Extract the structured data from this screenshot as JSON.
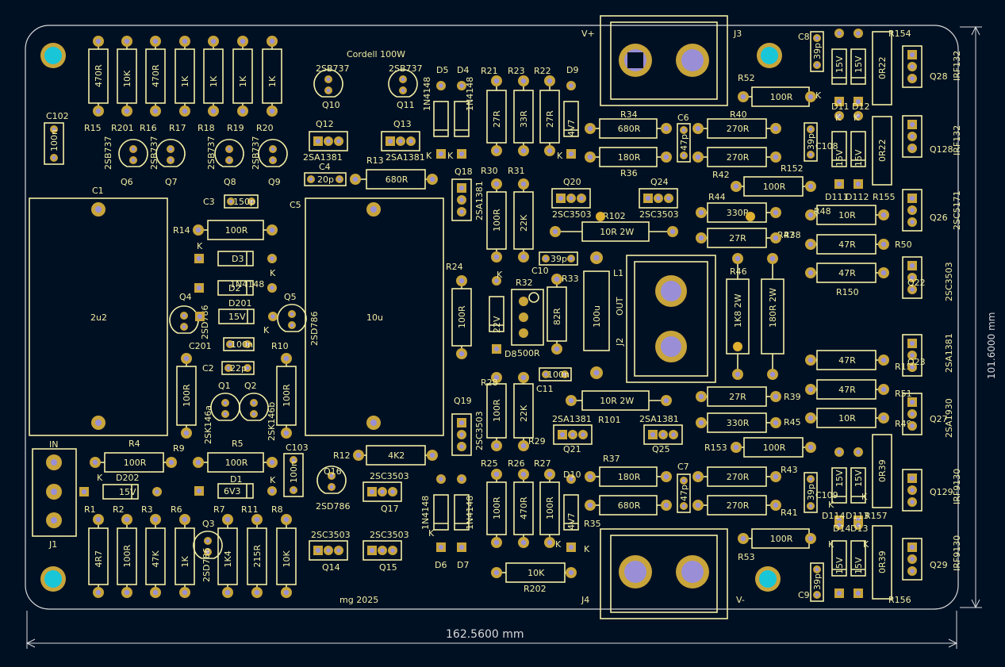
{
  "board": {
    "title": "Cordell 100W",
    "subtitle": "mg 2025",
    "width_dim": "162.5600 mm",
    "height_dim": "101.6000 mm"
  },
  "colors": {
    "background": "#001023",
    "silkscreen": "#f2eda1",
    "pad": "#c8a43a",
    "hole": "#9a8fd6",
    "mounting_hole": "#19c6d8",
    "edge_cuts": "#d8d8d8"
  },
  "resistors_v": [
    {
      "ref": "R15",
      "val": "470R"
    },
    {
      "ref": "R201",
      "val": "10K"
    },
    {
      "ref": "R16",
      "val": "470R"
    },
    {
      "ref": "R17",
      "val": "1K"
    },
    {
      "ref": "R18",
      "val": "1K"
    },
    {
      "ref": "R19",
      "val": "1K"
    },
    {
      "ref": "R20",
      "val": "1K"
    },
    {
      "ref": "R21",
      "val": "27R"
    },
    {
      "ref": "R23",
      "val": "33R"
    },
    {
      "ref": "R22",
      "val": "27R"
    },
    {
      "ref": "R30",
      "val": "100R"
    },
    {
      "ref": "R31",
      "val": "22K"
    },
    {
      "ref": "R24",
      "val": "100R"
    },
    {
      "ref": "R33",
      "val": "82R"
    },
    {
      "ref": "R28",
      "val": "100R"
    },
    {
      "ref": "R29",
      "val": "22K"
    },
    {
      "ref": "R25",
      "val": "100R"
    },
    {
      "ref": "R26",
      "val": "470R"
    },
    {
      "ref": "R27",
      "val": "100R"
    },
    {
      "ref": "R9",
      "val": "100R"
    },
    {
      "ref": "R10",
      "val": "100R"
    },
    {
      "ref": "R1",
      "val": "4R7"
    },
    {
      "ref": "R2",
      "val": "100R"
    },
    {
      "ref": "R3",
      "val": "47K"
    },
    {
      "ref": "R6",
      "val": "1K"
    },
    {
      "ref": "R7",
      "val": "1K4"
    },
    {
      "ref": "R11",
      "val": "215R"
    },
    {
      "ref": "R8",
      "val": "10K"
    },
    {
      "ref": "R46",
      "val": "1K8 2W"
    },
    {
      "ref": "R47",
      "val": "180R 2W"
    },
    {
      "ref": "R154",
      "val": "0R22"
    },
    {
      "ref": "R155",
      "val": "0R22"
    },
    {
      "ref": "R157",
      "val": "0R39"
    },
    {
      "ref": "R156",
      "val": "0R39"
    }
  ],
  "resistors_h": [
    {
      "ref": "R14",
      "val": "100R"
    },
    {
      "ref": "R13",
      "val": "680R"
    },
    {
      "ref": "R4",
      "val": "100R"
    },
    {
      "ref": "R5",
      "val": "100R"
    },
    {
      "ref": "R12",
      "val": "4K2"
    },
    {
      "ref": "R202",
      "val": "10K"
    },
    {
      "ref": "R34",
      "val": "680R"
    },
    {
      "ref": "R36",
      "val": "180R"
    },
    {
      "ref": "R40",
      "val": "270R"
    },
    {
      "ref": "R42",
      "val": "270R"
    },
    {
      "ref": "R52",
      "val": "100R"
    },
    {
      "ref": "R152",
      "val": "100R"
    },
    {
      "ref": "R44",
      "val": "330R"
    },
    {
      "ref": "R38",
      "val": "27R"
    },
    {
      "ref": "R48",
      "val": "10R"
    },
    {
      "ref": "R50",
      "val": "47R"
    },
    {
      "ref": "R150",
      "val": "47R"
    },
    {
      "ref": "R151",
      "val": "47R"
    },
    {
      "ref": "R51",
      "val": "47R"
    },
    {
      "ref": "R49",
      "val": "10R"
    },
    {
      "ref": "R39",
      "val": "27R"
    },
    {
      "ref": "R45",
      "val": "330R"
    },
    {
      "ref": "R153",
      "val": "100R"
    },
    {
      "ref": "R43",
      "val": "270R"
    },
    {
      "ref": "R41",
      "val": "270R"
    },
    {
      "ref": "R37",
      "val": "180R"
    },
    {
      "ref": "R35",
      "val": "680R"
    },
    {
      "ref": "R53",
      "val": "100R"
    },
    {
      "ref": "R102",
      "val": "10R 2W"
    },
    {
      "ref": "R101",
      "val": "10R 2W"
    }
  ],
  "capacitors": [
    {
      "ref": "C102",
      "val": "100n"
    },
    {
      "ref": "C4",
      "val": "20p"
    },
    {
      "ref": "C3",
      "val": "150p"
    },
    {
      "ref": "C201",
      "val": "100n"
    },
    {
      "ref": "C2",
      "val": "22p"
    },
    {
      "ref": "C103",
      "val": "100n"
    },
    {
      "ref": "C10",
      "val": "39p"
    },
    {
      "ref": "C11",
      "val": "100n"
    },
    {
      "ref": "C6",
      "val": "47p"
    },
    {
      "ref": "C7",
      "val": "47p"
    },
    {
      "ref": "C8",
      "val": "39p"
    },
    {
      "ref": "C108",
      "val": "39p"
    },
    {
      "ref": "C109",
      "val": "39p"
    },
    {
      "ref": "C9",
      "val": "39p"
    }
  ],
  "electrolytics": [
    {
      "ref": "C1",
      "val": "2u2"
    },
    {
      "ref": "C5",
      "val": "10u"
    }
  ],
  "transistors": [
    {
      "ref": "Q6",
      "val": "2SB737"
    },
    {
      "ref": "Q7",
      "val": "2SB737"
    },
    {
      "ref": "Q8",
      "val": "2SB737"
    },
    {
      "ref": "Q9",
      "val": "2SB737"
    },
    {
      "ref": "Q10",
      "val": "2SB737"
    },
    {
      "ref": "Q11",
      "val": "2SB737"
    },
    {
      "ref": "Q12",
      "val": "2SA1381"
    },
    {
      "ref": "Q13",
      "val": "2SA1381"
    },
    {
      "ref": "Q18",
      "val": "2SA1381"
    },
    {
      "ref": "Q20",
      "val": "2SC3503"
    },
    {
      "ref": "Q24",
      "val": "2SC3503"
    },
    {
      "ref": "Q4",
      "val": "2SD786"
    },
    {
      "ref": "Q5",
      "val": "2SD786"
    },
    {
      "ref": "Q1",
      "val": "2SK146a"
    },
    {
      "ref": "Q2",
      "val": "2SK146b"
    },
    {
      "ref": "Q19",
      "val": "2SC3503"
    },
    {
      "ref": "Q21",
      "val": "2SA1381"
    },
    {
      "ref": "Q25",
      "val": "2SA1381"
    },
    {
      "ref": "Q16",
      "val": "2SD786"
    },
    {
      "ref": "Q17",
      "val": "2SC3503"
    },
    {
      "ref": "Q14",
      "val": "2SC3503"
    },
    {
      "ref": "Q15",
      "val": "2SC3503"
    },
    {
      "ref": "Q3",
      "val": "2SD786"
    },
    {
      "ref": "Q28",
      "val": "IRF132"
    },
    {
      "ref": "Q128",
      "val": "IRF132"
    },
    {
      "ref": "Q26",
      "val": "2SC5171"
    },
    {
      "ref": "Q22",
      "val": "2SC3503"
    },
    {
      "ref": "Q23",
      "val": "2SA1381"
    },
    {
      "ref": "Q27",
      "val": "2SA1930"
    },
    {
      "ref": "Q129",
      "val": "IRF9130"
    },
    {
      "ref": "Q29",
      "val": "IRF9130"
    }
  ],
  "diodes": [
    {
      "ref": "D5",
      "val": "1N4148"
    },
    {
      "ref": "D4",
      "val": "1N4148"
    },
    {
      "ref": "D9",
      "val": "4V7"
    },
    {
      "ref": "D3",
      "val": "1N4148"
    },
    {
      "ref": "D2",
      "val": ""
    },
    {
      "ref": "D201",
      "val": "15V"
    },
    {
      "ref": "D202",
      "val": "15V"
    },
    {
      "ref": "D1",
      "val": "6V3"
    },
    {
      "ref": "D8",
      "val": "22V"
    },
    {
      "ref": "D6",
      "val": "1N4148"
    },
    {
      "ref": "D7",
      "val": "1N4148"
    },
    {
      "ref": "D10",
      "val": "4V7"
    },
    {
      "ref": "D11",
      "val": "15V"
    },
    {
      "ref": "D12",
      "val": "15V"
    },
    {
      "ref": "D111",
      "val": "15V"
    },
    {
      "ref": "D112",
      "val": "15V"
    },
    {
      "ref": "D114",
      "val": "15V"
    },
    {
      "ref": "D113",
      "val": "15V"
    },
    {
      "ref": "D14",
      "val": "15V"
    },
    {
      "ref": "D13",
      "val": "15V"
    }
  ],
  "misc": {
    "r32": {
      "ref": "R32",
      "val": "500R"
    },
    "l1": {
      "ref": "L1",
      "val": "100u"
    },
    "j1": {
      "ref": "J1",
      "val": "IN"
    },
    "j2": {
      "ref": "J2",
      "val": "OUT"
    },
    "j3": {
      "ref": "J3",
      "val": "V+"
    },
    "j4": {
      "ref": "J4",
      "val": "V-"
    },
    "k": "K"
  }
}
